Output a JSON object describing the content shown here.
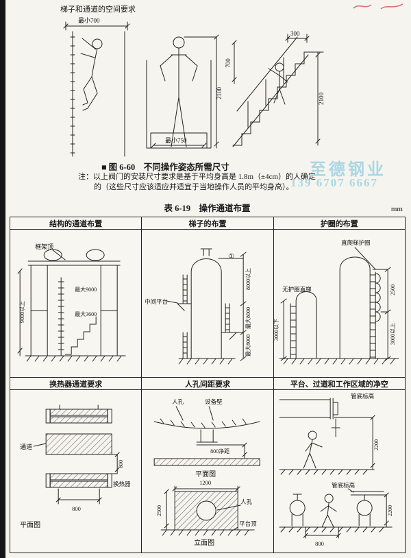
{
  "page": {
    "watermark": {
      "brand": "至德钢业",
      "phone": "139 6707 6667",
      "color": "#a5d6e4"
    }
  },
  "figure": {
    "title": "梯子和通道的空间要求",
    "caption": "■ 图 6-60　不同操作姿态所需尺寸",
    "note_line1": "注：以上阀门的安装尺寸要求是基于平均身高是 1.8m（±4cm）的人确定",
    "note_line2": "的（这些尺寸应该适应并适宜于当地操作人员的平均身高）。",
    "ladder_fig": {
      "dim_min700": "最小700"
    },
    "standing_fig": {
      "dim_2100": "2100",
      "dim_min750": "最小750"
    },
    "stair_fig": {
      "dim_300": "300",
      "dim_700": "700",
      "dim_2100": "2100"
    }
  },
  "table": {
    "title": "表 6-19　操作通道布置",
    "unit": "mm",
    "headers_top": [
      "结构的通道布置",
      "梯子的布置",
      "护圈的布置"
    ],
    "headers_bottom": [
      "换热器通道要求",
      "人孔间距要求",
      "平台、过道和工作区域的净空"
    ],
    "structure_cell": {
      "frame_top": "框架顶",
      "max9000": "最大9000",
      "max3600": "最大3600",
      "above9000": "9000以上"
    },
    "ladder_cell": {
      "marker": "①",
      "mid_platform": "中间平台",
      "seg_top": "8000以上",
      "seg_mid": "最大8000",
      "seg_bottom": "最大8000"
    },
    "cage_cell": {
      "cage": "直爬梯护圈",
      "no_cage": "无护圈直梯",
      "d2500": "2500",
      "above3000": "3000以上",
      "below3000": "3000以下"
    },
    "hx_cell": {
      "passage": "通道",
      "d800v": "800",
      "hx": "换热器",
      "d800h": "800",
      "plan": "平面图"
    },
    "manhole_cell": {
      "manhole_top": "人孔",
      "wall": "设备壁",
      "clear800": "800净距",
      "plan": "平面图",
      "d1200": "1200",
      "manhole2": "人孔",
      "d2500": "2500",
      "platform_top": "平台顶",
      "elevation": "立面图"
    },
    "clearance_cell": {
      "pipe_elev1": "管底标高",
      "d2200a": "2200",
      "pipe_elev2": "管底标高",
      "d2200b": "2200",
      "d800": "800"
    }
  }
}
